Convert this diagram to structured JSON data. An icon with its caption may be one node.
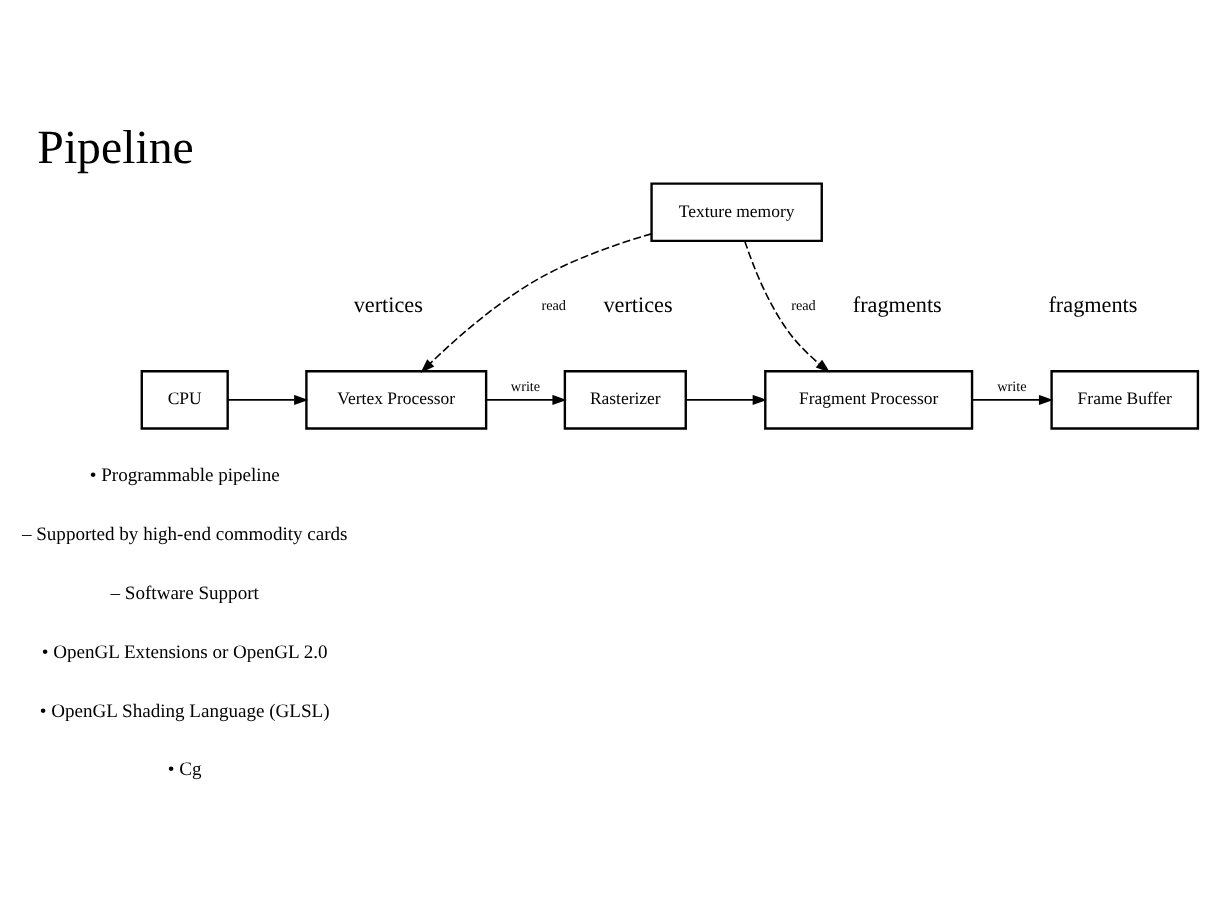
{
  "diagram": {
    "title": "Pipeline",
    "nodes": [
      {
        "text": [
          "Texture memory"
        ]
      },
      {
        "text": [
          "CPU"
        ]
      },
      {
        "text": [
          "Vertex Processor"
        ]
      },
      {
        "text": [
          "Rasterizer"
        ]
      },
      {
        "text": [
          "Fragment Processor"
        ]
      },
      {
        "text": [
          "Frame Buffer"
        ]
      }
    ],
    "edges": [
      {
        "from": 1,
        "to": 2,
        "arrow": "to"
      },
      {
        "from": 2,
        "to": 3,
        "arrow": "to",
        "label": "write"
      },
      {
        "from": 3,
        "to": 4,
        "arrow": "to"
      },
      {
        "from": 4,
        "to": 5,
        "arrow": "to",
        "label": "write"
      },
      {
        "from": 0,
        "to": 2,
        "arrow": "to",
        "label": "read",
        "style": "dashed"
      },
      {
        "from": 0,
        "to": 4,
        "arrow": "to",
        "label": "read",
        "style": "dashed"
      }
    ],
    "labels": [
      "vertices",
      "vertices",
      "fragments",
      "fragments",
      "• Programmable pipeline",
      "– Supported by high-end commodity cards",
      "– Software Support",
      "• OpenGL Extensions or OpenGL 2.0",
      "• OpenGL Shading Language (GLSL)",
      "• Cg"
    ]
  }
}
